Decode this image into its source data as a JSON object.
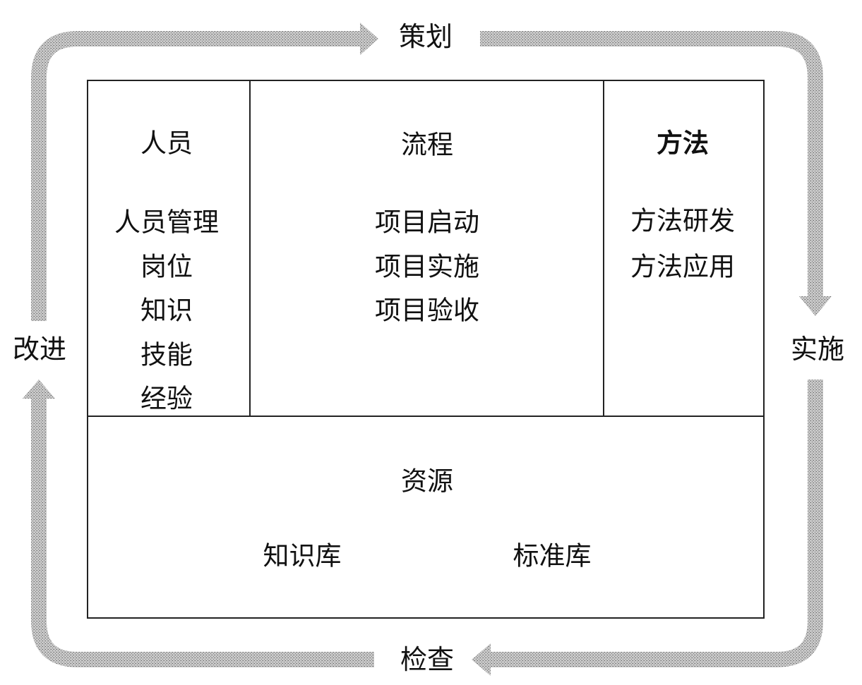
{
  "cycle": {
    "plan": "策划",
    "do": "实施",
    "check": "检查",
    "act": "改进",
    "arrow_color": "#a8a8a8"
  },
  "people": {
    "title": "人员",
    "items": [
      "人员管理",
      "岗位",
      "知识",
      "技能",
      "经验"
    ]
  },
  "process": {
    "title": "流程",
    "items": [
      "项目启动",
      "项目实施",
      "项目验收"
    ]
  },
  "method": {
    "title": "方法",
    "items": [
      "方法研发",
      "方法应用"
    ]
  },
  "resources": {
    "title": "资源",
    "items": [
      "知识库",
      "标准库"
    ]
  }
}
